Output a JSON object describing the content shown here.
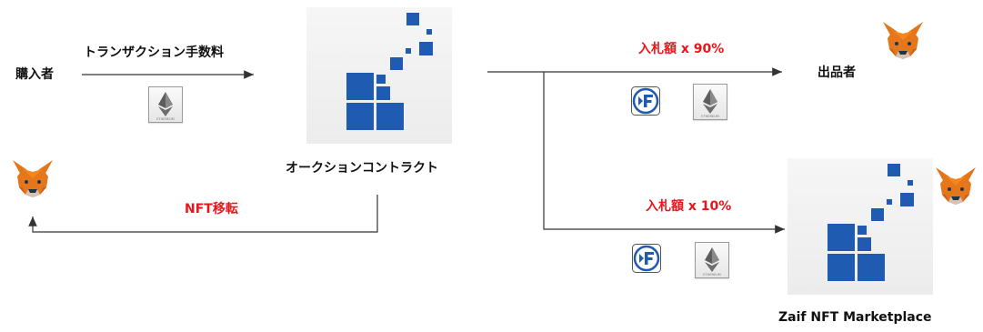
{
  "buyer_label": "購入者",
  "tx_fee_label": "トランザクション手数料",
  "contract_label": "オークションコントラクト",
  "nft_transfer_label": "NFT移転",
  "bid_90_label": "入札額 x 90%",
  "bid_10_label": "入札額 x 10%",
  "seller_label": "出品者",
  "marketplace_label": "Zaif NFT Marketplace",
  "eth_card_caption": "ETHEREUM",
  "colors": {
    "accent_red": "#e8161b",
    "brand_blue": "#1f5bb0",
    "arrow": "#333333",
    "fox_orange": "#e2761b"
  },
  "icons": [
    "metamask-fox-icon",
    "ethereum-icon",
    "zaif-f-token-icon",
    "zaif-logo-icon"
  ]
}
